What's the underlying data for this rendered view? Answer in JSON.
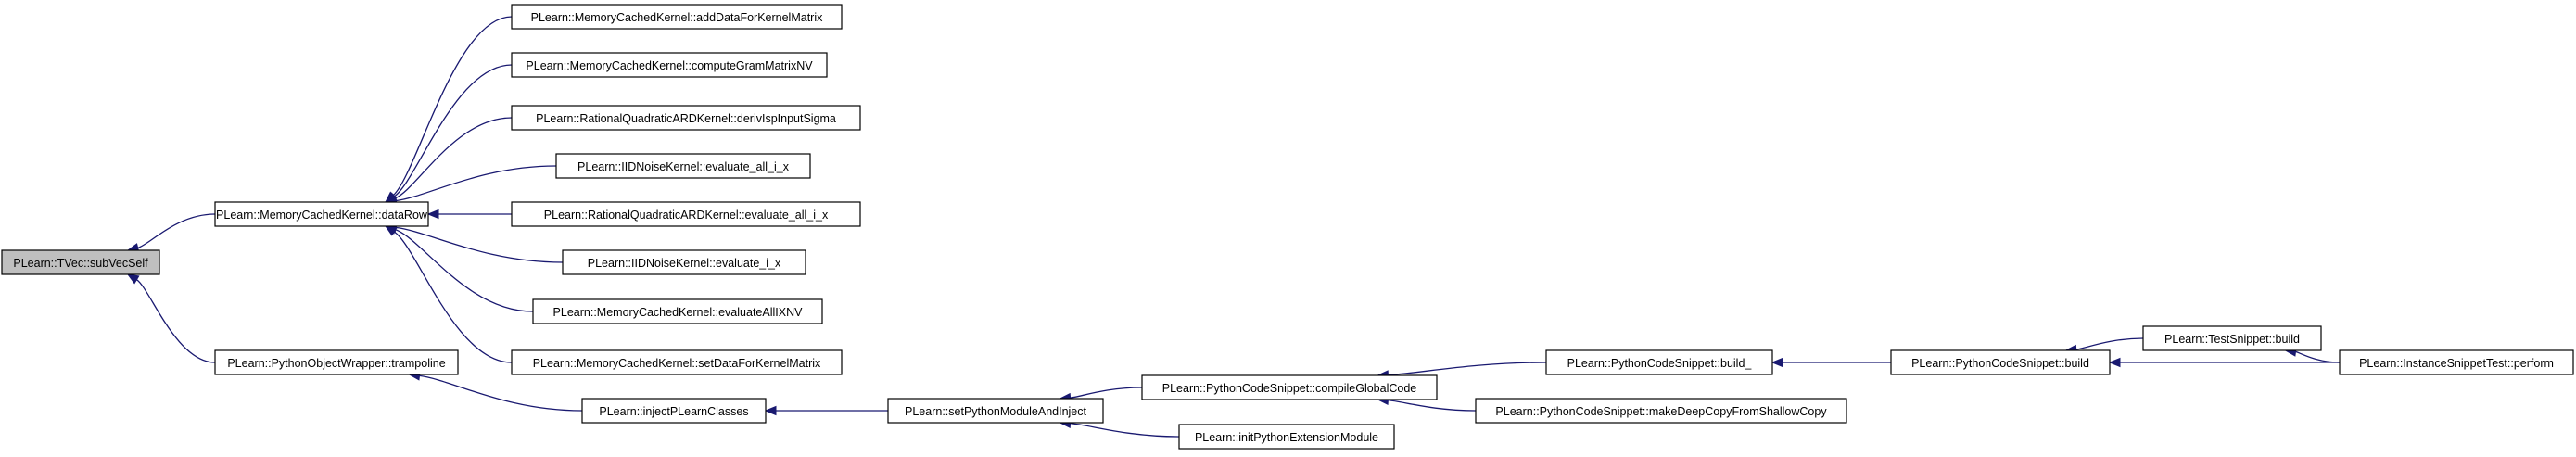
{
  "graph": {
    "edge_color": "#191970",
    "root_fill": "#bfbfbf",
    "nodes": [
      {
        "id": "n0",
        "label": "PLearn::TVec::subVecSelf"
      },
      {
        "id": "n1",
        "label": "PLearn::MemoryCachedKernel::dataRow"
      },
      {
        "id": "n2",
        "label": "PLearn::PythonObjectWrapper::trampoline"
      },
      {
        "id": "n3",
        "label": "PLearn::MemoryCachedKernel::addDataForKernelMatrix"
      },
      {
        "id": "n4",
        "label": "PLearn::MemoryCachedKernel::computeGramMatrixNV"
      },
      {
        "id": "n5",
        "label": "PLearn::RationalQuadraticARDKernel::derivIspInputSigma"
      },
      {
        "id": "n6",
        "label": "PLearn::IIDNoiseKernel::evaluate_all_i_x"
      },
      {
        "id": "n7",
        "label": "PLearn::RationalQuadraticARDKernel::evaluate_all_i_x"
      },
      {
        "id": "n8",
        "label": "PLearn::IIDNoiseKernel::evaluate_i_x"
      },
      {
        "id": "n9",
        "label": "PLearn::MemoryCachedKernel::evaluateAllIXNV"
      },
      {
        "id": "n10",
        "label": "PLearn::MemoryCachedKernel::setDataForKernelMatrix"
      },
      {
        "id": "n11",
        "label": "PLearn::injectPLearnClasses"
      },
      {
        "id": "n12",
        "label": "PLearn::setPythonModuleAndInject"
      },
      {
        "id": "n13",
        "label": "PLearn::PythonCodeSnippet::compileGlobalCode"
      },
      {
        "id": "n14",
        "label": "PLearn::initPythonExtensionModule"
      },
      {
        "id": "n15",
        "label": "PLearn::PythonCodeSnippet::build_"
      },
      {
        "id": "n16",
        "label": "PLearn::PythonCodeSnippet::makeDeepCopyFromShallowCopy"
      },
      {
        "id": "n17",
        "label": "PLearn::PythonCodeSnippet::build"
      },
      {
        "id": "n18",
        "label": "PLearn::TestSnippet::build"
      },
      {
        "id": "n19",
        "label": "PLearn::InstanceSnippetTest::perform"
      }
    ],
    "edges": [
      {
        "from": "n1",
        "to": "n0"
      },
      {
        "from": "n2",
        "to": "n0"
      },
      {
        "from": "n3",
        "to": "n1"
      },
      {
        "from": "n4",
        "to": "n1"
      },
      {
        "from": "n5",
        "to": "n1"
      },
      {
        "from": "n6",
        "to": "n1"
      },
      {
        "from": "n7",
        "to": "n1"
      },
      {
        "from": "n8",
        "to": "n1"
      },
      {
        "from": "n9",
        "to": "n1"
      },
      {
        "from": "n10",
        "to": "n1"
      },
      {
        "from": "n11",
        "to": "n2"
      },
      {
        "from": "n12",
        "to": "n11"
      },
      {
        "from": "n13",
        "to": "n12"
      },
      {
        "from": "n14",
        "to": "n12"
      },
      {
        "from": "n15",
        "to": "n13"
      },
      {
        "from": "n16",
        "to": "n13"
      },
      {
        "from": "n17",
        "to": "n15"
      },
      {
        "from": "n18",
        "to": "n17"
      },
      {
        "from": "n19",
        "to": "n17"
      },
      {
        "from": "n19",
        "to": "n18"
      }
    ]
  }
}
